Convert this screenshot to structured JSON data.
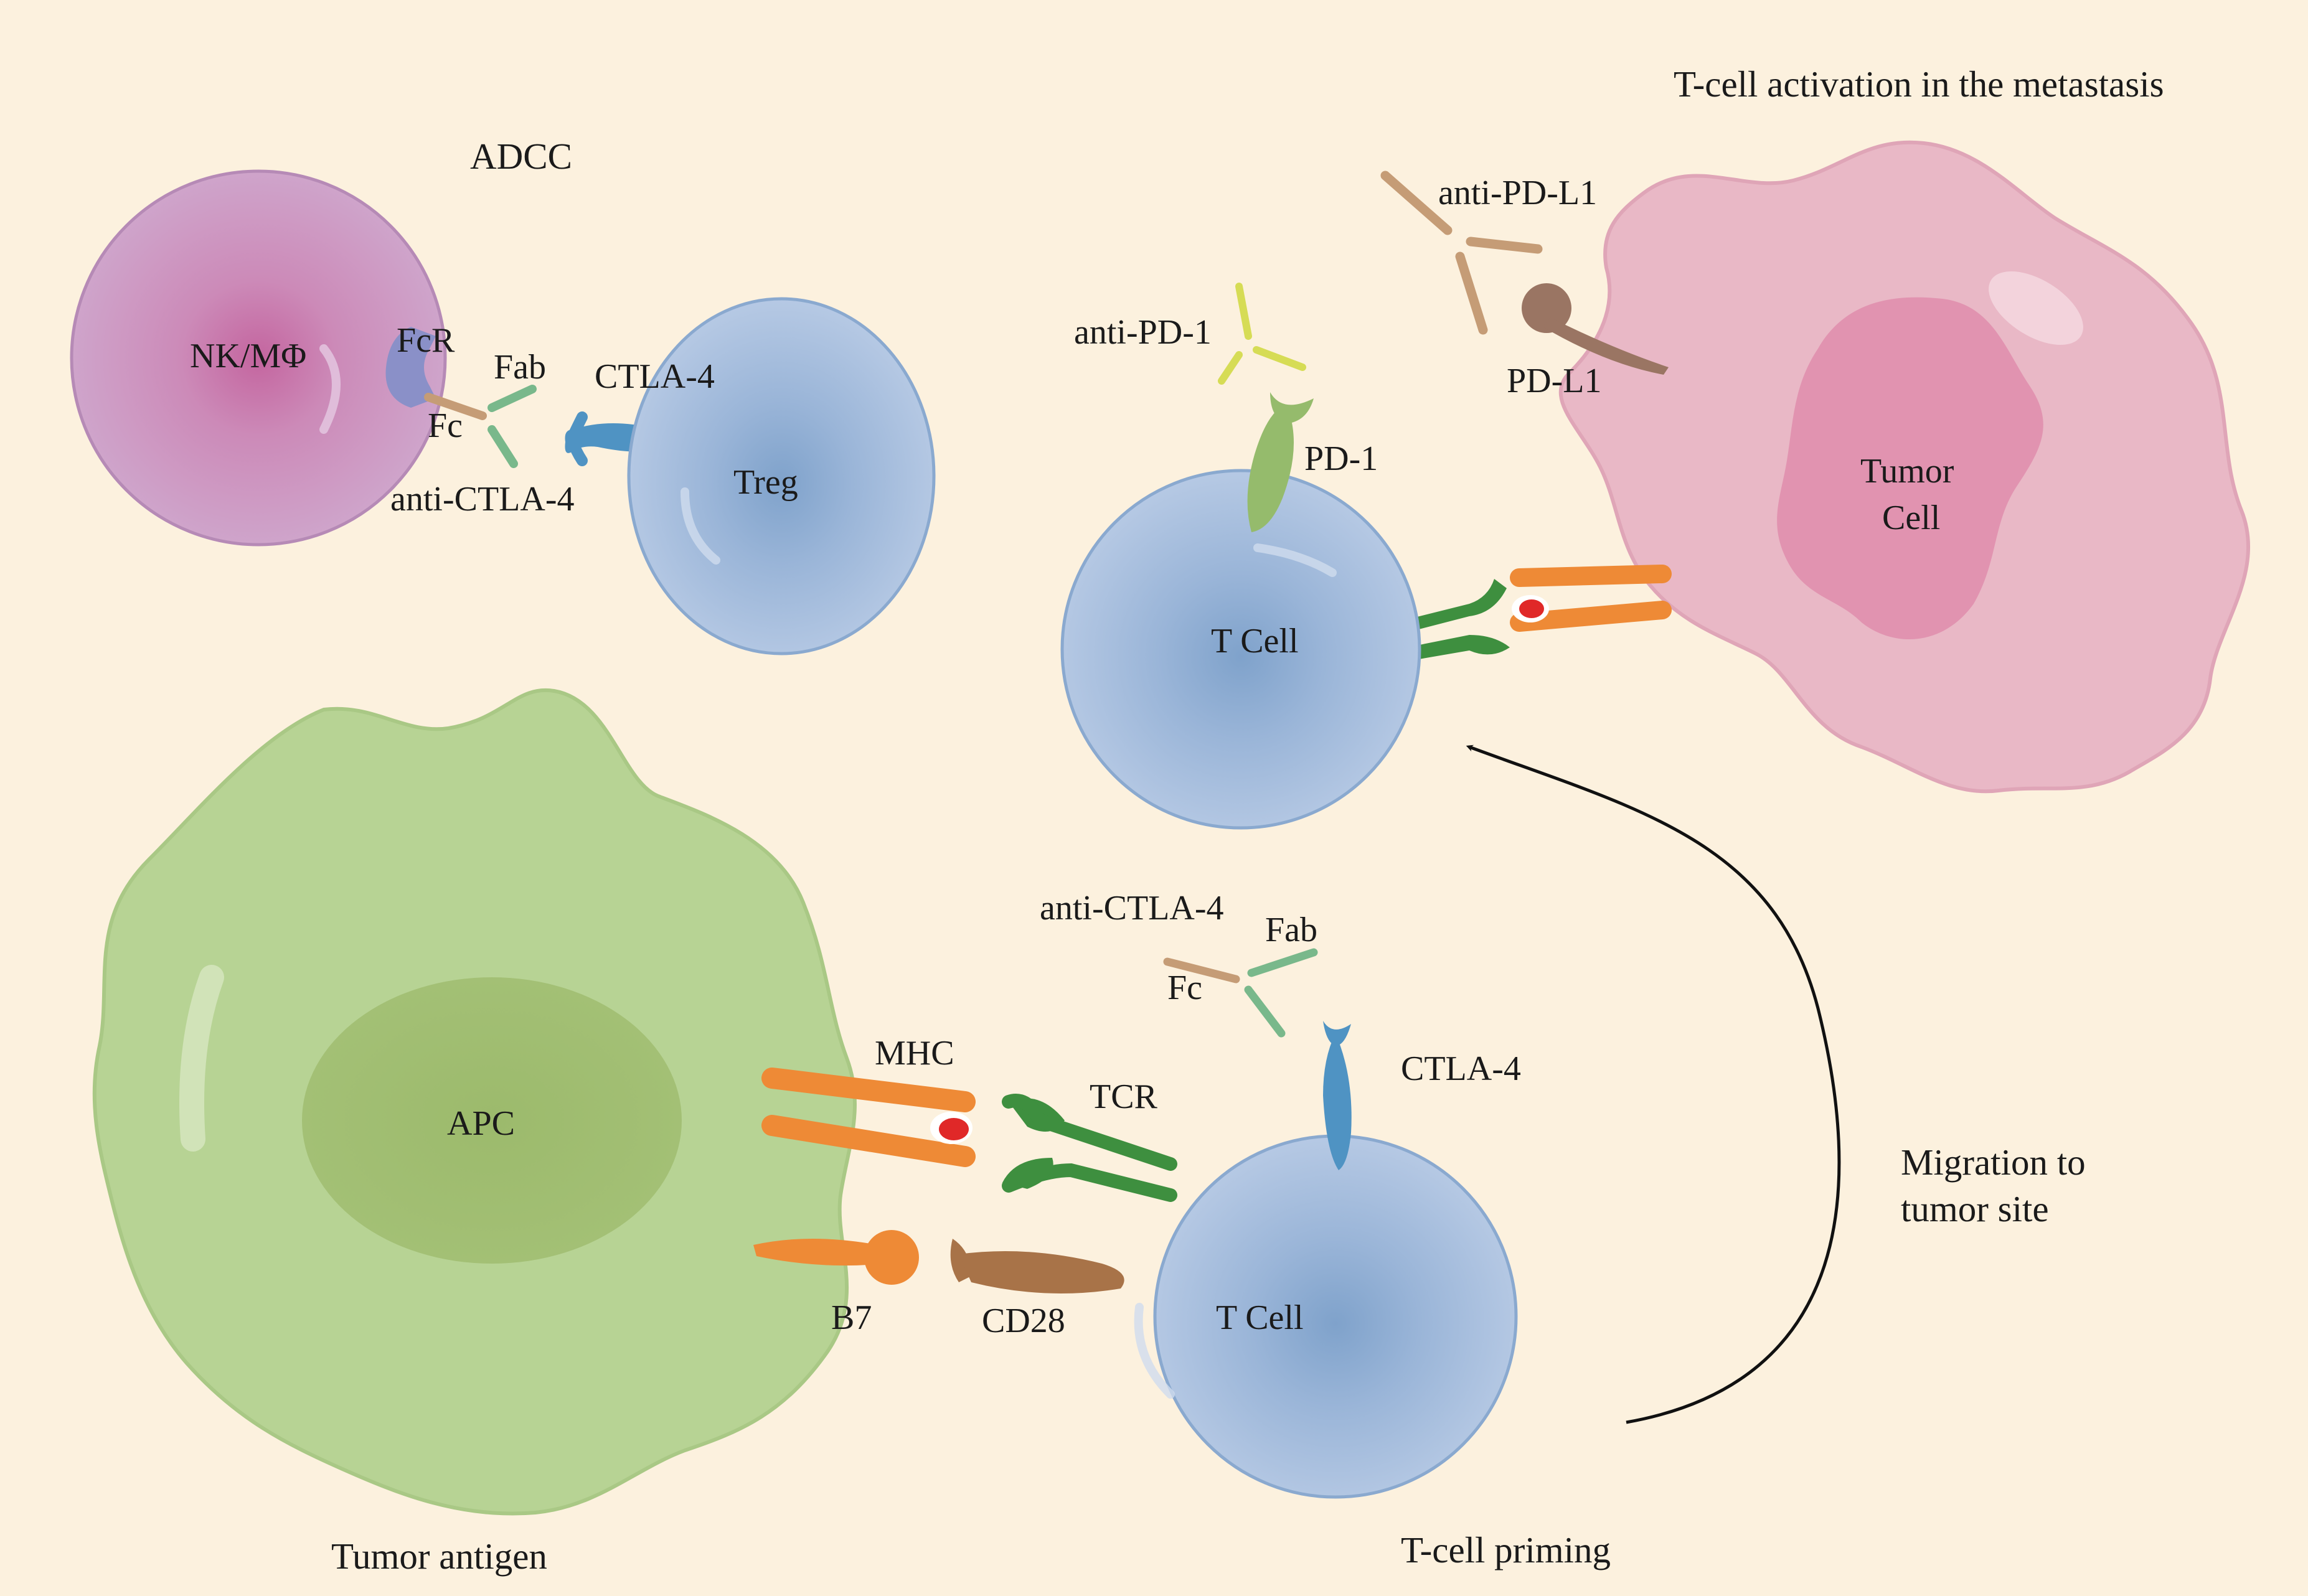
{
  "headings": {
    "adcc": "ADCC",
    "metastasis": "T-cell activation in the metastasis",
    "tumor_antigen": "Tumor antigen",
    "priming": "T-cell priming",
    "migration_line1": "Migration to",
    "migration_line2": "tumor site"
  },
  "cells": {
    "nk": "NK/MΦ",
    "treg": "Treg",
    "apc": "APC",
    "tcell_top": "T Cell",
    "tcell_bottom": "T Cell",
    "tumor_line1": "Tumor",
    "tumor_line2": "Cell"
  },
  "molecules": {
    "fcr": "FcR",
    "fab_top": "Fab",
    "fc_top": "Fc",
    "anti_ctla4_top": "anti-CTLA-4",
    "ctla4_top": "CTLA-4",
    "anti_pd1": "anti-PD-1",
    "pd1": "PD-1",
    "anti_pdl1": "anti-PD-L1",
    "pdl1": "PD-L1",
    "anti_ctla4_bottom": "anti-CTLA-4",
    "fab_bottom": "Fab",
    "fc_bottom": "Fc",
    "ctla4_bottom": "CTLA-4",
    "mhc": "MHC",
    "tcr": "TCR",
    "b7": "B7",
    "cd28": "CD28"
  },
  "colors": {
    "background": "#fcf1de",
    "t_cell": "#b3c6e2",
    "t_cell_core": "#7fa2cb",
    "nk_cell": "#cba3c9",
    "nk_core": "#c4659f",
    "apc": "#b7d394",
    "apc_nucleus": "#9dbb6e",
    "tumor": "#e9b8c6",
    "tumor_nucleus": "#e193b0",
    "mhc_orange": "#ee8a36",
    "tcr_green": "#3e8f3f",
    "ctla4_blue": "#4f93c3",
    "cd28_brown": "#a87348",
    "pdl1_brown": "#9a7563",
    "pd1_green": "#95bb6c",
    "anti_pd1_yellow": "#d6dc55",
    "antibody_fc_tan": "#c59c76",
    "antibody_fab_green": "#79b88b",
    "peptide_red": "#e02828"
  },
  "icons": {
    "migration_arrow": "curved-arrow-icon"
  }
}
